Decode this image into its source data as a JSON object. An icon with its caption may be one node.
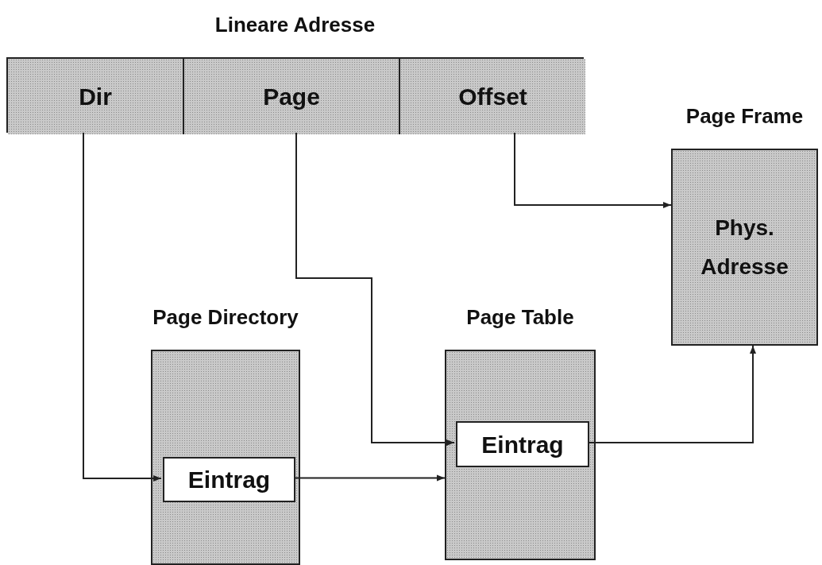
{
  "diagram": {
    "nodes": [
      {
        "text": [
          "Lineare Adresse"
        ]
      },
      {
        "text": [
          "Dir"
        ],
        "in": 0
      },
      {
        "text": [
          "Page"
        ],
        "in": 0
      },
      {
        "text": [
          "Offset"
        ],
        "in": 0
      },
      {
        "text": [
          "Page Frame",
          "Phys. Adresse"
        ]
      },
      {
        "text": [
          "Page Directory"
        ]
      },
      {
        "text": [
          "Eintrag"
        ],
        "in": 5
      },
      {
        "text": [
          "Page Table"
        ]
      },
      {
        "text": [
          "Eintrag"
        ],
        "in": 7
      }
    ],
    "edges": [
      {
        "from": 1,
        "to": 6,
        "arrow": "to"
      },
      {
        "from": 2,
        "to": 8,
        "arrow": "to"
      },
      {
        "from": 3,
        "to": 4,
        "arrow": "to"
      },
      {
        "from": 6,
        "to": 7,
        "arrow": "to"
      },
      {
        "from": 8,
        "to": 4,
        "arrow": "to"
      }
    ]
  }
}
